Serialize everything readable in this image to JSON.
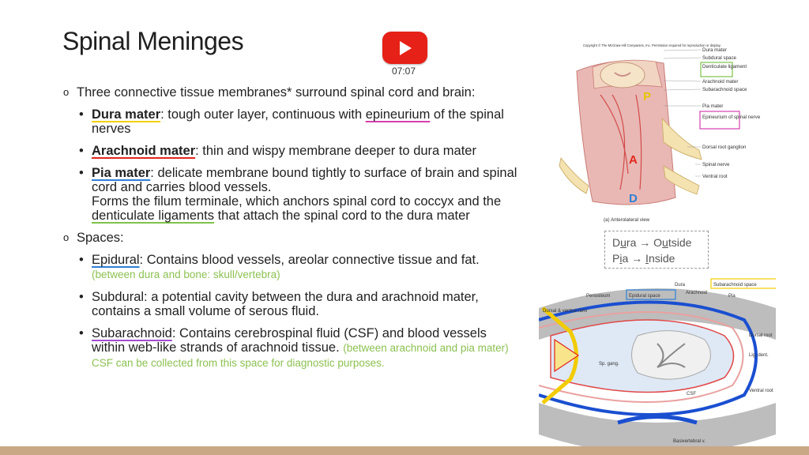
{
  "title": "Spinal Meninges",
  "video": {
    "time": "07:07"
  },
  "content": {
    "intro_pre": "Three connective tissue membranes* surround spinal cord and brain:",
    "dura_term": "Dura mater",
    "dura_a": ": tough outer layer, continuous with ",
    "dura_epi": "epineurium",
    "dura_b": " of the spinal nerves",
    "arach_term": "Arachnoid mater",
    "arach_a": ": thin and wispy membrane deeper to dura mater",
    "pia_term": "Pia mater",
    "pia_a": ": delicate membrane bound tightly to surface of brain and spinal cord and carries blood vessels.",
    "pia_b": "Forms the filum terminale, which anchors spinal cord to coccyx and the ",
    "pia_dent": "denticulate ligaments",
    "pia_c": " that attach the spinal cord to the dura mater",
    "spaces": "Spaces:",
    "epi_term": "Epidural",
    "epi_a": ": Contains blood vessels, areolar connective tissue and fat. ",
    "epi_note": "(between dura and bone: skull/vertebra)",
    "sub_a": "Subdural: a potential cavity between the dura and arachnoid mater, contains a small volume of serous fluid.",
    "subar_term": "Subarachnoid",
    "subar_a": ": Contains cerebrospinal fluid (CSF) and blood vessels within web-like strands of arachnoid tissue. ",
    "subar_note": "(between arachnoid and pia mater) CSF can be collected from this space for diagnostic purposes."
  },
  "mnemonic": {
    "line1_a": "D",
    "line1_u": "u",
    "line1_b": "ra ",
    "line1_arrow": "→",
    "line1_c": " O",
    "line1_u2": "u",
    "line1_d": "tside",
    "line2_a": "P",
    "line2_u": "i",
    "line2_b": "a ",
    "line2_arrow": "→",
    "line2_c": " ",
    "line2_u2": "I",
    "line2_d": "nside"
  },
  "figure1": {
    "copyright": "Copyright © The McGraw-Hill Companies, Inc. Permission required for reproduction or display.",
    "labels": [
      "Dura mater",
      "Subdural space",
      "Denticulate ligament",
      "Arachnoid mater",
      "Subarachnoid space",
      "Pia mater",
      "Epineurium of spinal nerve",
      "Dorsal root ganglion",
      "Spinal nerve",
      "Ventral root"
    ],
    "letters": [
      "P",
      "A",
      "D"
    ],
    "caption": "(a) Anterolateral view"
  },
  "figure2": {
    "labels": [
      "Dura",
      "Subarachnoid space",
      "Periosteum",
      "Epidural space",
      "Arachnoid",
      "Pia",
      "Dorsal & ventral rami",
      "Dorsal root",
      "Lig. dent.",
      "Sp. gang.",
      "Ventral root",
      "CSF",
      "Basivertebral v."
    ]
  },
  "colors": {
    "youtube": "#e62117",
    "green_note": "#8cc152",
    "bottom_bar": "#c9a886"
  }
}
